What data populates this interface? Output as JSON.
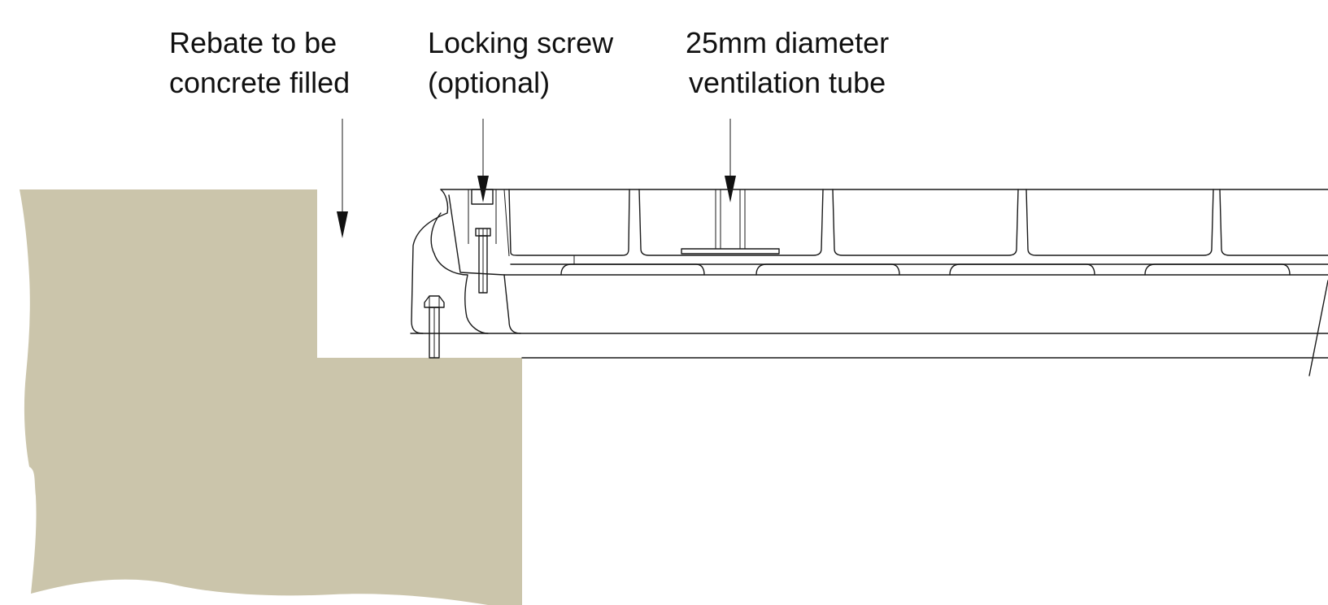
{
  "callouts": {
    "rebate": "Rebate to be\nconcrete filled",
    "locking_screw": "Locking screw\n(optional)",
    "ventilation_tube": "25mm diameter\nventilation tube"
  },
  "colors": {
    "concrete": "#cbc5ab",
    "linework": "#1a1a1a",
    "background": "#ffffff"
  }
}
